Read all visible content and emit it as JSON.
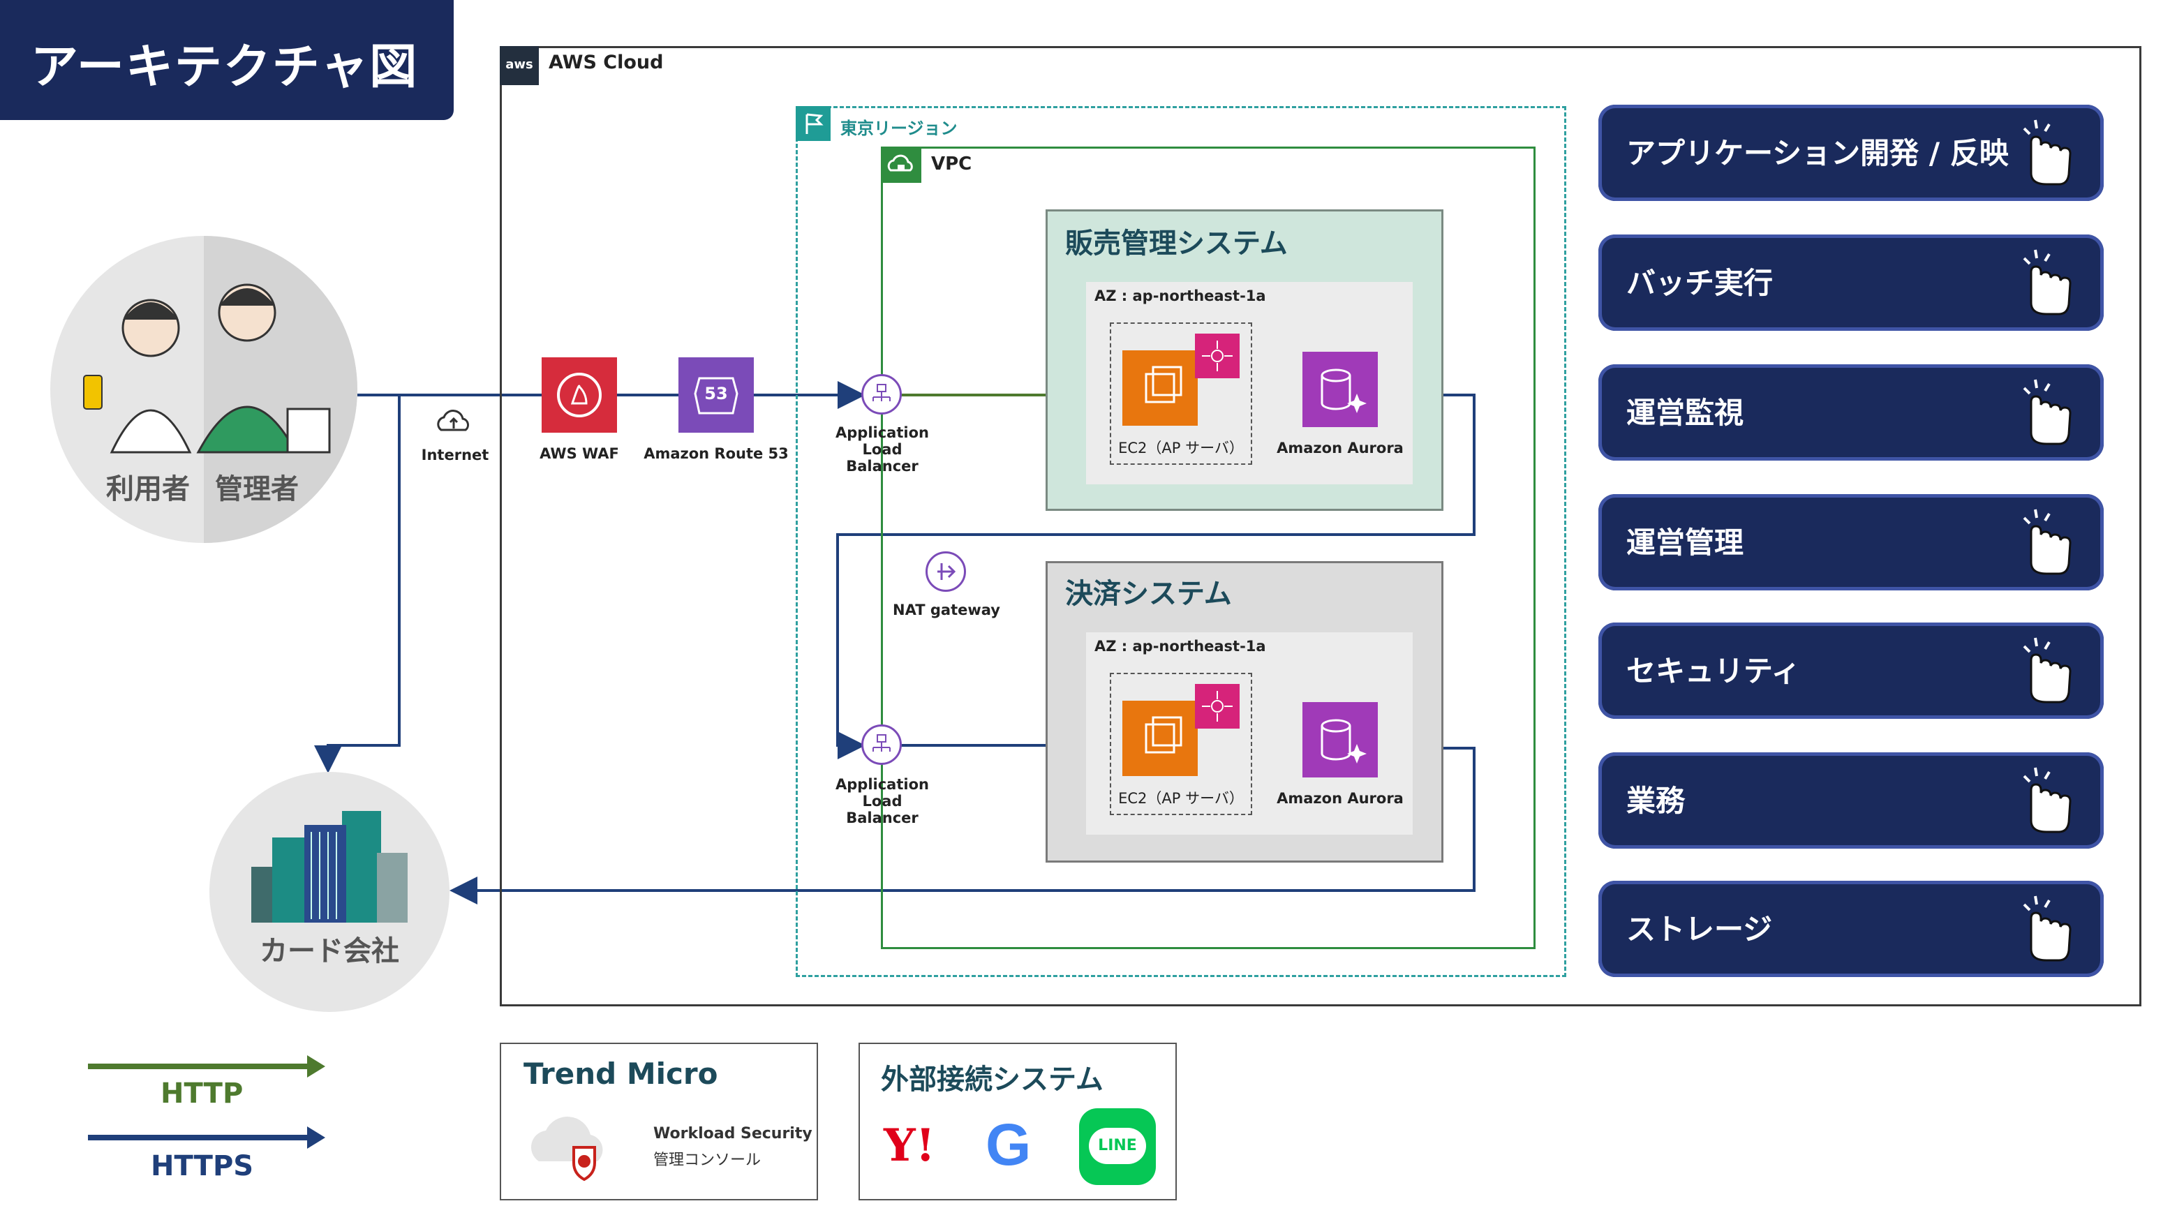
{
  "title": "アーキテクチャ図",
  "aws_cloud": {
    "logo": "aws",
    "label": "AWS Cloud"
  },
  "region": {
    "label": "東京リージョン"
  },
  "vpc": {
    "label": "VPC"
  },
  "actors": {
    "user": "利用者",
    "admin": "管理者"
  },
  "card_company": {
    "label": "カード会社"
  },
  "edge": {
    "internet": "Internet",
    "waf": "AWS WAF",
    "route53": "Amazon Route 53",
    "route53_badge": "53"
  },
  "alb": {
    "label_line1": "Application",
    "label_line2": "Load",
    "label_line3": "Balancer"
  },
  "nat": {
    "label": "NAT gateway"
  },
  "systems": [
    {
      "title": "販売管理システム",
      "az": "AZ : ap-northeast-1a",
      "ec2": "EC2（AP サーバ）",
      "db": "Amazon Aurora"
    },
    {
      "title": "決済システム",
      "az": "AZ : ap-northeast-1a",
      "ec2": "EC2（AP サーバ）",
      "db": "Amazon Aurora"
    }
  ],
  "buttons": [
    {
      "label": "アプリケーション開発 / 反映",
      "icon": "pointer-hand-icon"
    },
    {
      "label": "バッチ実行",
      "icon": "pointer-hand-icon"
    },
    {
      "label": "運営監視",
      "icon": "pointer-hand-icon"
    },
    {
      "label": "運営管理",
      "icon": "pointer-hand-icon"
    },
    {
      "label": "セキュリティ",
      "icon": "pointer-hand-icon"
    },
    {
      "label": "業務",
      "icon": "pointer-hand-icon"
    },
    {
      "label": "ストレージ",
      "icon": "pointer-hand-icon"
    }
  ],
  "legend": {
    "http": "HTTP",
    "https": "HTTPS"
  },
  "trend_micro": {
    "title": "Trend Micro",
    "line1": "Workload Security",
    "line2": "管理コンソール"
  },
  "external": {
    "title": "外部接続システム",
    "yahoo": "Y!",
    "google": "G",
    "line": "LINE"
  },
  "colors": {
    "navy": "#1a2a5c",
    "http_green": "#4e7a2e",
    "https_navy": "#1f3f7a",
    "region_teal": "#2fa0a0",
    "vpc_green": "#2f8d3f"
  }
}
